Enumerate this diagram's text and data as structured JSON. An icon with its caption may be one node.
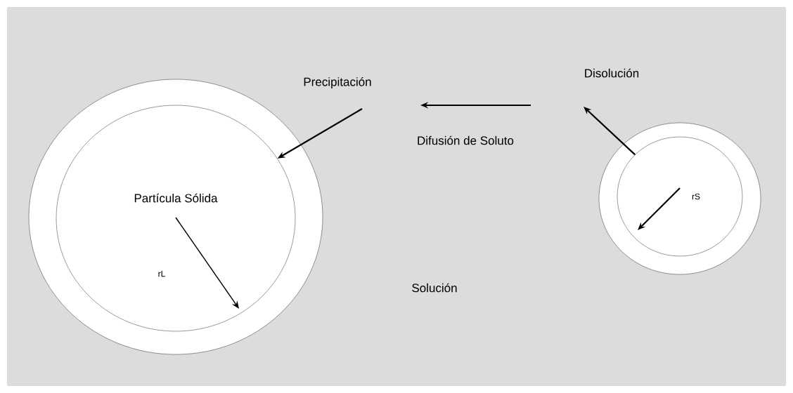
{
  "diagram": {
    "nodes": [
      {
        "text": [],
        "shape": "circle"
      },
      {
        "text": [
          "Partícula Sólida"
        ],
        "in": 0
      },
      {
        "text": [],
        "shape": "circle"
      },
      {
        "text": [],
        "shape": "circle",
        "in": 2
      }
    ],
    "edges": [
      {
        "from": null,
        "to": 1,
        "arrow": "to",
        "label": "Precipitación"
      },
      {
        "from": 3,
        "to": null,
        "arrow": "to",
        "label": "Disolución"
      }
    ],
    "labels": [
      "Difusión de Soluto",
      "rS",
      "rL",
      "Solución"
    ]
  }
}
